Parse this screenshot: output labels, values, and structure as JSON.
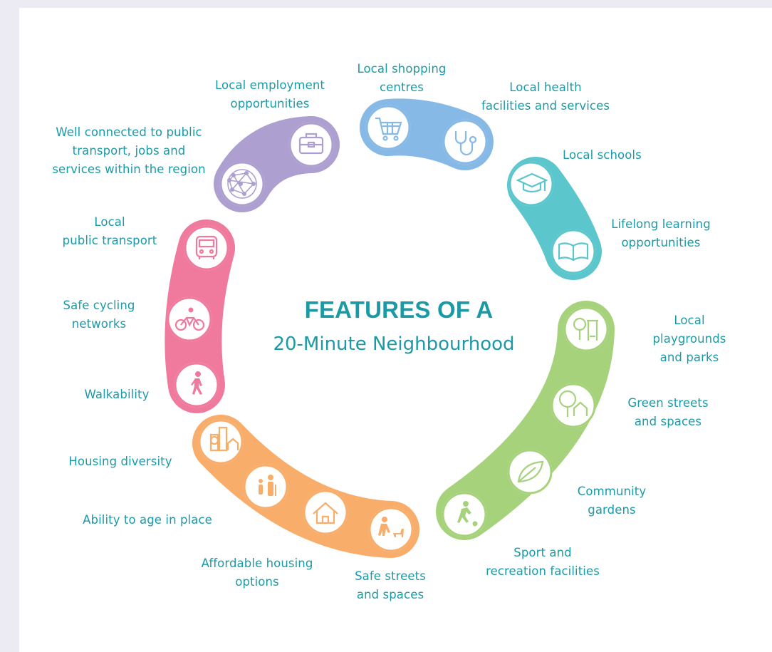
{
  "title": {
    "line1": "FEATURES OF A",
    "line2": "20-Minute Neighbourhood"
  },
  "colors": {
    "background": "#ecebf4",
    "text": "#1b9aa6",
    "purple": "#ad9fd0",
    "blue": "#86b9e6",
    "teal": "#5cc6cd",
    "green": "#a6d27c",
    "orange": "#f8ad6a",
    "pink": "#ef7a9d"
  },
  "features": [
    {
      "label": "Local shopping\ncentres",
      "icon": "shopping-cart-icon",
      "color": "blue"
    },
    {
      "label": "Local health\nfacilities and services",
      "icon": "stethoscope-icon",
      "color": "blue"
    },
    {
      "label": "Local schools",
      "icon": "graduation-cap-icon",
      "color": "teal"
    },
    {
      "label": "Lifelong learning\nopportunities",
      "icon": "book-icon",
      "color": "teal"
    },
    {
      "label": "Local playgrounds\nand parks",
      "icon": "playground-icon",
      "color": "green"
    },
    {
      "label": "Green streets\nand spaces",
      "icon": "tree-house-icon",
      "color": "green"
    },
    {
      "label": "Community\ngardens",
      "icon": "leaf-icon",
      "color": "green"
    },
    {
      "label": "Sport and\nrecreation facilities",
      "icon": "soccer-player-icon",
      "color": "green"
    },
    {
      "label": "Safe streets\nand spaces",
      "icon": "person-walking-dog-icon",
      "color": "orange"
    },
    {
      "label": "Affordable housing\noptions",
      "icon": "house-icon",
      "color": "orange"
    },
    {
      "label": "Ability to age in place",
      "icon": "elderly-and-child-icon",
      "color": "orange"
    },
    {
      "label": "Housing diversity",
      "icon": "buildings-icon",
      "color": "orange"
    },
    {
      "label": "Walkability",
      "icon": "walking-person-icon",
      "color": "pink"
    },
    {
      "label": "Safe cycling\nnetworks",
      "icon": "cyclist-icon",
      "color": "pink"
    },
    {
      "label": "Local\npublic transport",
      "icon": "bus-icon",
      "color": "pink"
    },
    {
      "label": "Well connected to public\ntransport, jobs and\nservices within the region",
      "icon": "network-icon",
      "color": "purple"
    },
    {
      "label": "Local employment\nopportunities",
      "icon": "briefcase-icon",
      "color": "purple"
    }
  ]
}
